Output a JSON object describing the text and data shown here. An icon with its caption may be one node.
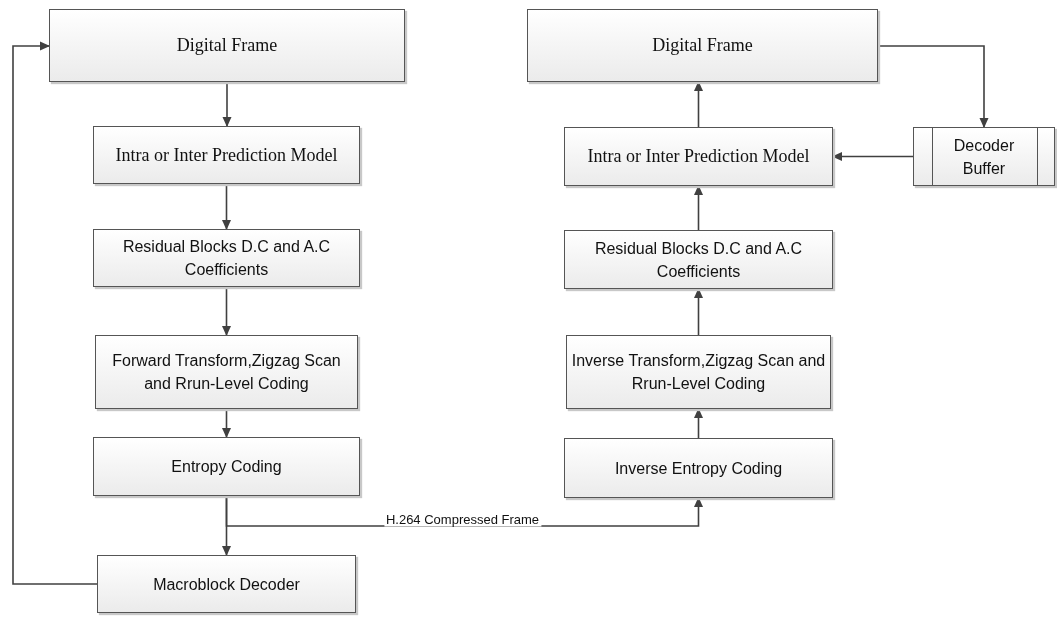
{
  "diagram": {
    "nodes": [
      {
        "text": [
          "Digital Frame"
        ]
      },
      {
        "text": [
          "Intra or Inter Prediction Model"
        ]
      },
      {
        "text": [
          "Residual Blocks D.C and A.C Coefficients"
        ]
      },
      {
        "text": [
          "Forward Transform,Zigzag Scan and Rrun-Level Coding"
        ]
      },
      {
        "text": [
          "Entropy Coding"
        ]
      },
      {
        "text": [
          "Macroblock Decoder"
        ]
      },
      {
        "text": [
          "Digital Frame"
        ]
      },
      {
        "text": [
          "Intra or Inter Prediction Model"
        ]
      },
      {
        "text": [
          "Decoder Buffer"
        ]
      },
      {
        "text": [
          "Residual Blocks D.C and A.C Coefficients"
        ]
      },
      {
        "text": [
          "Inverse Transform,Zigzag Scan and Rrun-Level Coding"
        ]
      },
      {
        "text": [
          "Inverse Entropy Coding"
        ]
      }
    ],
    "edges": [
      {
        "from": 0,
        "to": 1,
        "arrow": "to"
      },
      {
        "from": 1,
        "to": 2,
        "arrow": "to"
      },
      {
        "from": 2,
        "to": 3,
        "arrow": "to"
      },
      {
        "from": 3,
        "to": 4,
        "arrow": "to"
      },
      {
        "from": 4,
        "to": 5,
        "arrow": "to"
      },
      {
        "from": 5,
        "to": 0,
        "arrow": "to"
      },
      {
        "from": 4,
        "to": 11,
        "arrow": "to",
        "label": "H.264 Compressed Frame"
      },
      {
        "from": 11,
        "to": 10,
        "arrow": "to"
      },
      {
        "from": 10,
        "to": 9,
        "arrow": "to"
      },
      {
        "from": 9,
        "to": 7,
        "arrow": "to"
      },
      {
        "from": 7,
        "to": 6,
        "arrow": "to"
      },
      {
        "from": 6,
        "to": 8,
        "arrow": "to"
      },
      {
        "from": 8,
        "to": 7,
        "arrow": "to"
      }
    ]
  }
}
